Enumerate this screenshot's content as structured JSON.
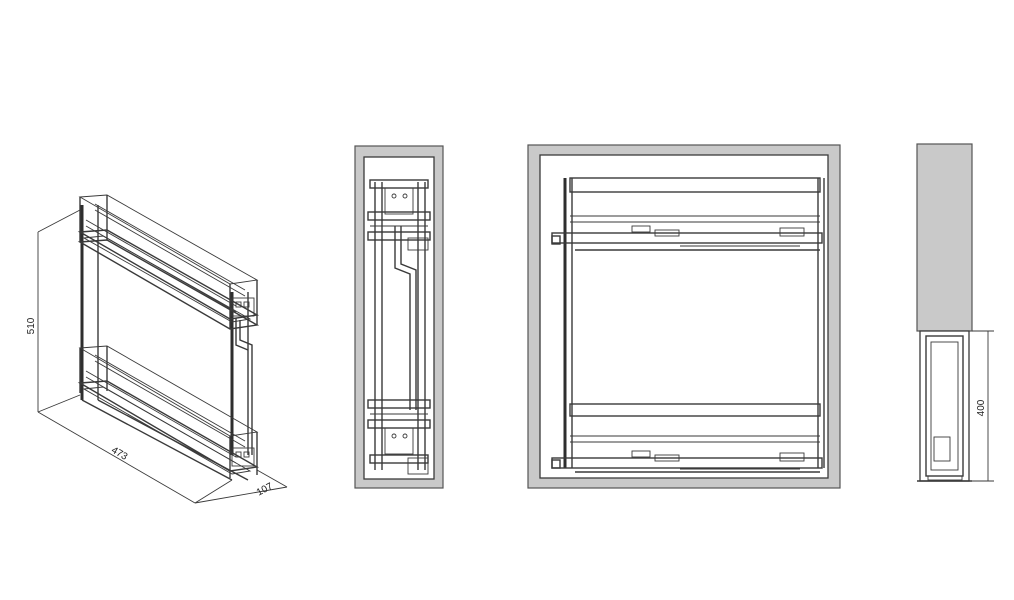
{
  "dimensions": {
    "height": "510",
    "depth": "473",
    "width": "107",
    "side_height": "400"
  },
  "colors": {
    "line": "#3a3a3a",
    "cabinet_fill": "#c9c9c9",
    "background": "#ffffff"
  }
}
